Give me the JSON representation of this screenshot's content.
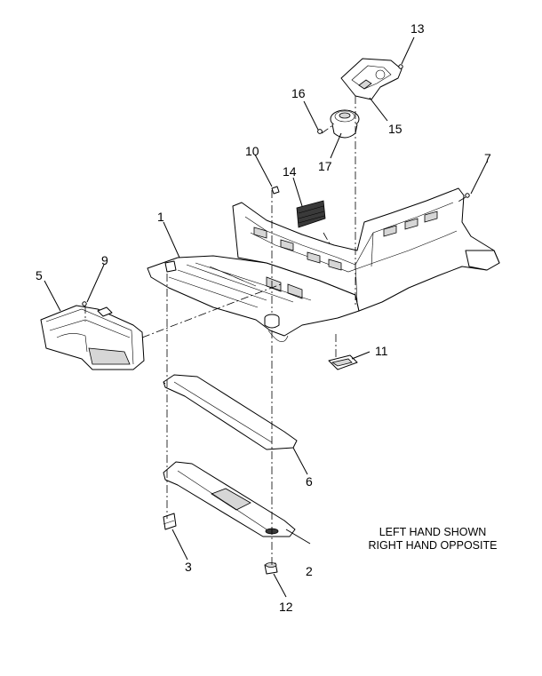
{
  "diagram": {
    "callouts": [
      {
        "id": "callout-1",
        "label": "1"
      },
      {
        "id": "callout-2",
        "label": "2"
      },
      {
        "id": "callout-3",
        "label": "3"
      },
      {
        "id": "callout-5",
        "label": "5"
      },
      {
        "id": "callout-6",
        "label": "6"
      },
      {
        "id": "callout-7",
        "label": "7"
      },
      {
        "id": "callout-9",
        "label": "9"
      },
      {
        "id": "callout-10",
        "label": "10"
      },
      {
        "id": "callout-11",
        "label": "11"
      },
      {
        "id": "callout-12",
        "label": "12"
      },
      {
        "id": "callout-13",
        "label": "13"
      },
      {
        "id": "callout-14",
        "label": "14"
      },
      {
        "id": "callout-15",
        "label": "15"
      },
      {
        "id": "callout-16",
        "label": "16"
      },
      {
        "id": "callout-17",
        "label": "17"
      }
    ],
    "note": {
      "line1": "LEFT HAND SHOWN",
      "line2": "RIGHT HAND OPPOSITE"
    }
  }
}
